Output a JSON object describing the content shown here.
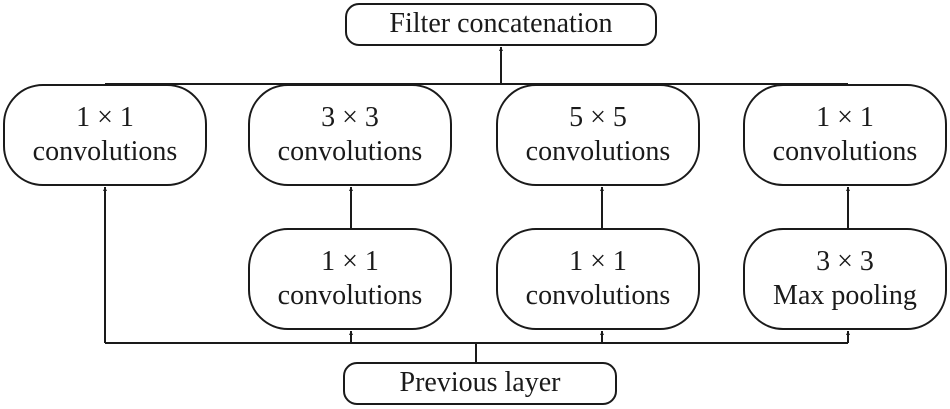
{
  "top": {
    "label": "Filter concatenation"
  },
  "bottom": {
    "label": "Previous layer"
  },
  "branches": [
    {
      "upper": {
        "line1": "1 × 1",
        "line2": "convolutions"
      }
    },
    {
      "upper": {
        "line1": "3 × 3",
        "line2": "convolutions"
      },
      "lower": {
        "line1": "1 × 1",
        "line2": "convolutions"
      }
    },
    {
      "upper": {
        "line1": "5 × 5",
        "line2": "convolutions"
      },
      "lower": {
        "line1": "1 × 1",
        "line2": "convolutions"
      }
    },
    {
      "upper": {
        "line1": "1 × 1",
        "line2": "convolutions"
      },
      "lower": {
        "line1": "3 × 3",
        "line2": "Max pooling"
      }
    }
  ]
}
